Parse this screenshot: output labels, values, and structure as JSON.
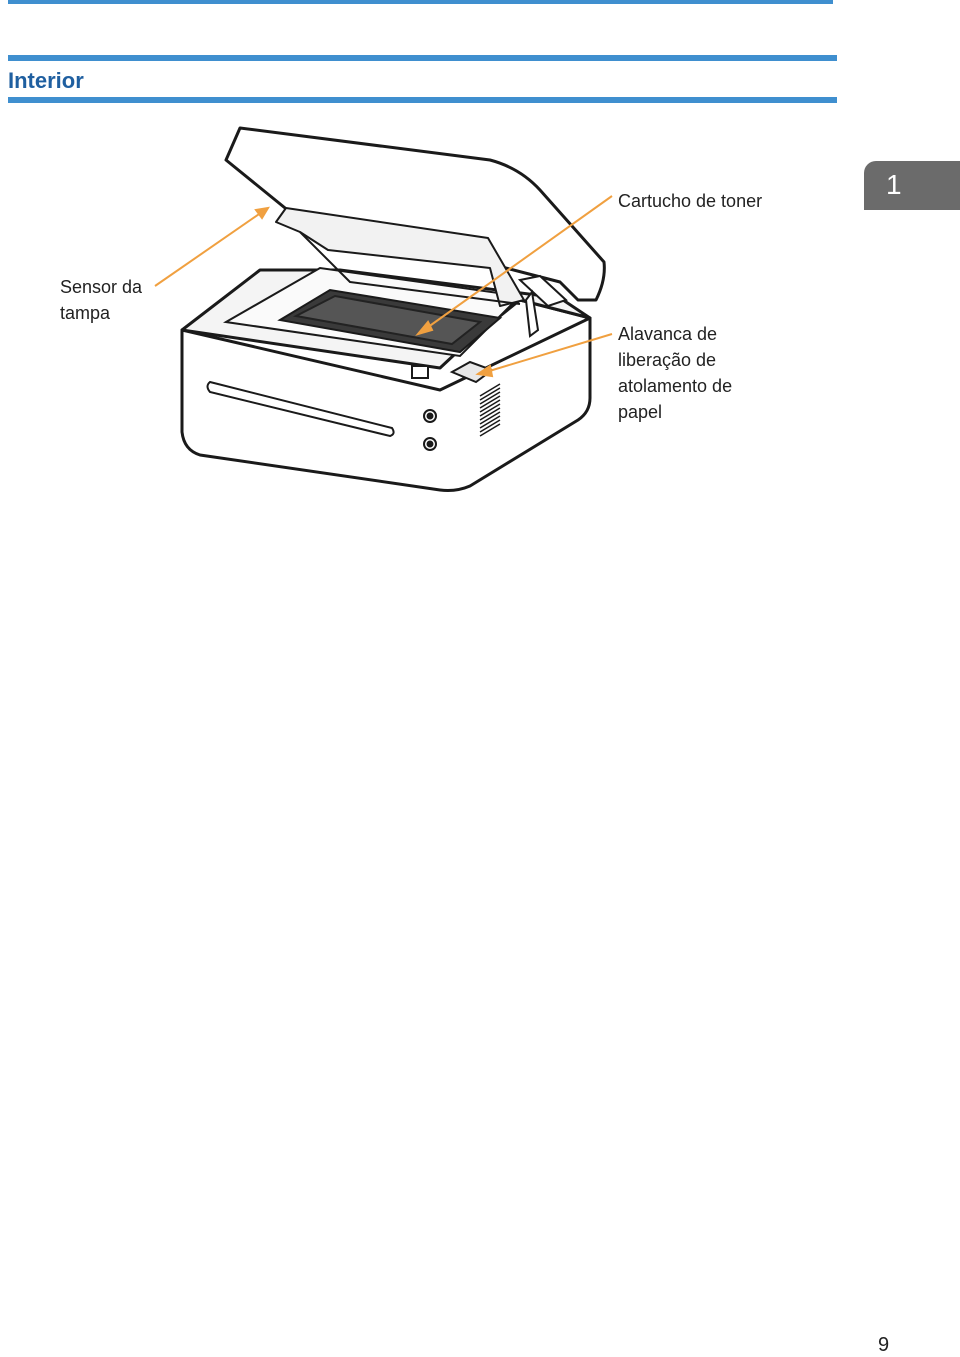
{
  "header": {
    "title": "Interior"
  },
  "chapter_tab": {
    "number": "1",
    "color": "#6b6b6b"
  },
  "accent_color": "#3f8fcf",
  "callout_color": "#f0a040",
  "callouts": {
    "toner": "Cartucho de toner",
    "sensor": "Sensor da\ntampa",
    "lever": "Alavanca de\nliberação de\natolamento de\npapel"
  },
  "footer": {
    "page_number": "9"
  }
}
